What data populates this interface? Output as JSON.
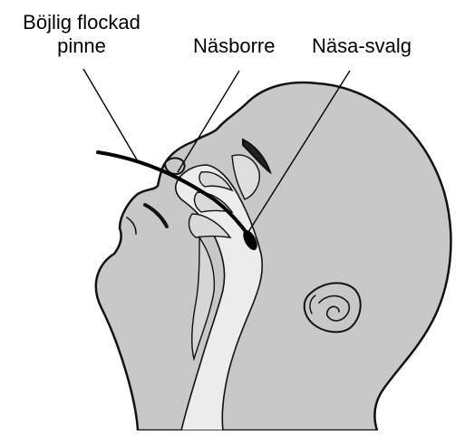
{
  "labels": {
    "swab_line1": "Böjlig flockad",
    "swab_line2": "pinne",
    "nostril": "Näsborre",
    "nasopharynx": "Näsa-svalg"
  },
  "colors": {
    "skin": "#c8c8c8",
    "outline": "#111111",
    "cavity": "#ececec",
    "cavity_shade": "#d9d9d9",
    "swab": "#000000",
    "text": "#000000",
    "background": "#ffffff"
  },
  "icons": {
    "head": "head-profile-illustration",
    "swab": "flexible-swab"
  }
}
